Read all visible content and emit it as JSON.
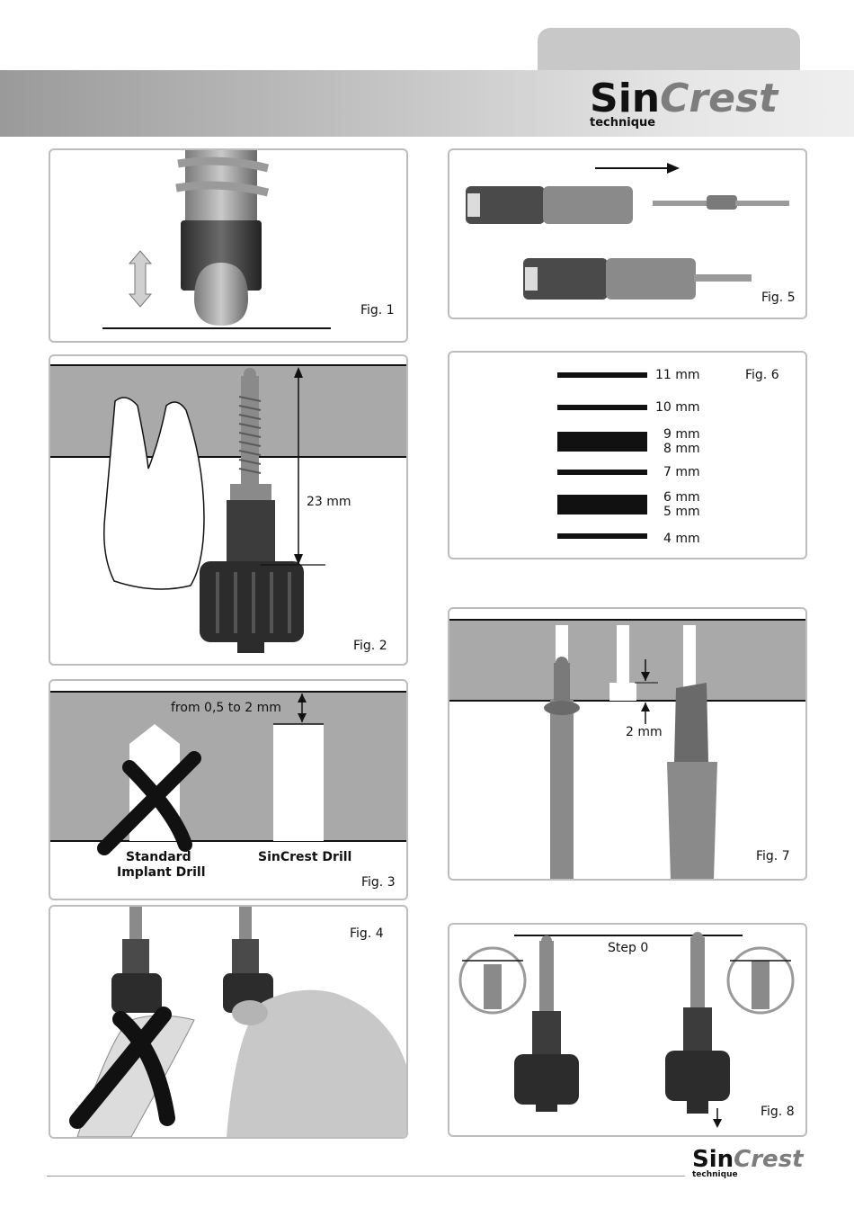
{
  "header": {
    "logo_sin": "Sin",
    "logo_crest": "Crest",
    "logo_technique": "technique"
  },
  "figures": {
    "fig1": {
      "label": "Fig. 1"
    },
    "fig2": {
      "label": "Fig. 2",
      "dimension": "23 mm"
    },
    "fig3": {
      "label": "Fig. 3",
      "depth": "from 0,5 to 2 mm",
      "left_caption_line1": "Standard",
      "left_caption_line2": "Implant Drill",
      "right_caption": "SinCrest Drill"
    },
    "fig4": {
      "label": "Fig. 4"
    },
    "fig5": {
      "label": "Fig. 5"
    },
    "fig6": {
      "label": "Fig. 6",
      "marks": [
        "11 mm",
        "10 mm",
        "9 mm",
        "8 mm",
        "7 mm",
        "6 mm",
        "5 mm",
        "4 mm"
      ]
    },
    "fig7": {
      "label": "Fig. 7",
      "dimension": "2 mm"
    },
    "fig8": {
      "label": "Fig. 8",
      "step": "Step 0"
    }
  },
  "footer": {
    "logo_sin": "Sin",
    "logo_crest": "Crest",
    "logo_technique": "technique"
  }
}
